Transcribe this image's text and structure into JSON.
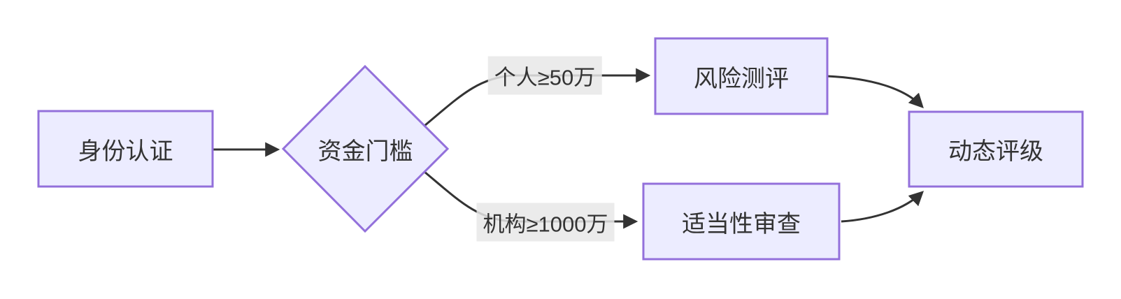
{
  "diagram": {
    "type": "flowchart",
    "direction": "left-to-right",
    "nodes": {
      "identity": {
        "label": "身份认证",
        "shape": "rect"
      },
      "threshold": {
        "label": "资金门槛",
        "shape": "diamond"
      },
      "risk": {
        "label": "风险测评",
        "shape": "rect"
      },
      "suitability": {
        "label": "适当性审查",
        "shape": "rect"
      },
      "rating": {
        "label": "动态评级",
        "shape": "rect"
      }
    },
    "edges": [
      {
        "from": "identity",
        "to": "threshold",
        "label": ""
      },
      {
        "from": "threshold",
        "to": "risk",
        "label": "个人≥50万"
      },
      {
        "from": "threshold",
        "to": "suitability",
        "label": "机构≥1000万"
      },
      {
        "from": "risk",
        "to": "rating",
        "label": ""
      },
      {
        "from": "suitability",
        "to": "rating",
        "label": ""
      }
    ],
    "colors": {
      "node_fill": "#ececff",
      "node_border": "#9370db",
      "edge_line": "#333333",
      "edge_label_background": "#e8e8e8",
      "text": "#333333",
      "background": "#ffffff"
    }
  }
}
